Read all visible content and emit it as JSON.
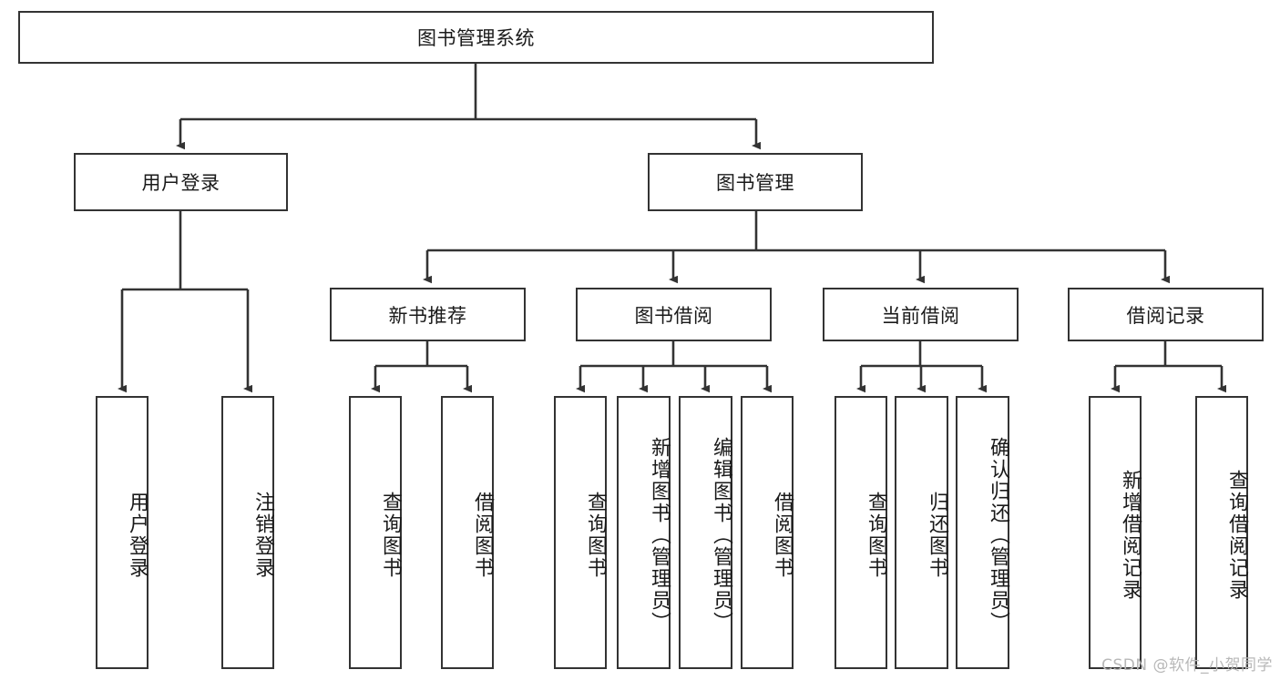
{
  "diagram": {
    "title": "图书管理系统",
    "type": "tree-hierarchy-diagram",
    "colors": {
      "box_border": "#333333",
      "box_fill": "#ffffff",
      "connector": "#333333",
      "text": "#1a1a1a",
      "watermark": "#b8b8b8",
      "background": "#ffffff"
    },
    "root": {
      "label": "图书管理系统"
    },
    "level2": [
      {
        "id": "user-login",
        "label": "用户登录"
      },
      {
        "id": "book-management",
        "label": "图书管理"
      }
    ],
    "level3": [
      {
        "id": "new-book-recommend",
        "label": "新书推荐"
      },
      {
        "id": "book-borrow",
        "label": "图书借阅"
      },
      {
        "id": "current-borrow",
        "label": "当前借阅"
      },
      {
        "id": "borrow-record",
        "label": "借阅记录"
      }
    ],
    "leaves": {
      "user-login": [
        {
          "id": "leaf-user-login",
          "label": "用户登录"
        },
        {
          "id": "leaf-logout",
          "label": "注销登录"
        }
      ],
      "new-book-recommend": [
        {
          "id": "leaf-query-book-1",
          "label": "查询图书"
        },
        {
          "id": "leaf-borrow-book-1",
          "label": "借阅图书"
        }
      ],
      "book-borrow": [
        {
          "id": "leaf-query-book-2",
          "label": "查询图书"
        },
        {
          "id": "leaf-add-book",
          "label": "新增图书（管理员）"
        },
        {
          "id": "leaf-edit-book",
          "label": "编辑图书（管理员）"
        },
        {
          "id": "leaf-borrow-book-2",
          "label": "借阅图书"
        }
      ],
      "current-borrow": [
        {
          "id": "leaf-query-book-3",
          "label": "查询图书"
        },
        {
          "id": "leaf-return-book",
          "label": "归还图书"
        },
        {
          "id": "leaf-confirm-return",
          "label": "确认归还（管理员）"
        }
      ],
      "borrow-record": [
        {
          "id": "leaf-add-record",
          "label": "新增借阅记录"
        },
        {
          "id": "leaf-query-record",
          "label": "查询借阅记录"
        }
      ]
    }
  },
  "watermark": {
    "text": "CSDN @软件_小贺同学"
  }
}
